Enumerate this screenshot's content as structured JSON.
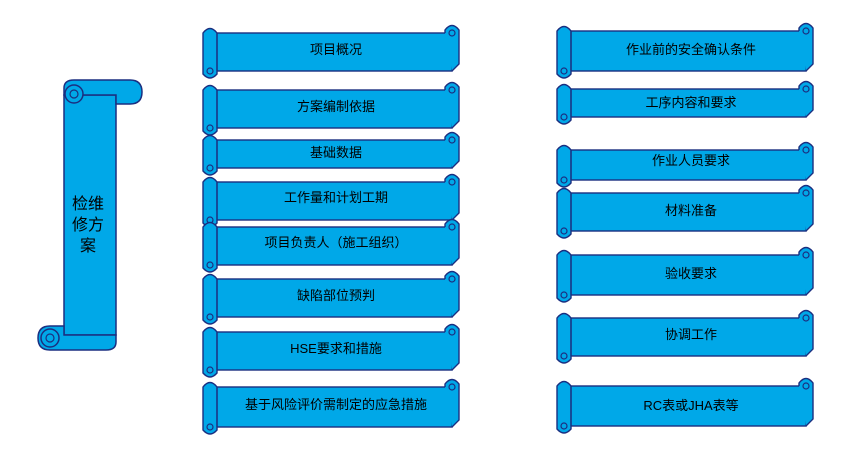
{
  "main_title": "检维修方案",
  "left_column": [
    "项目概况",
    "方案编制依据",
    "基础数据",
    "工作量和计划工期",
    "项目负责人（施工组织）",
    "缺陷部位预判",
    "HSE要求和措施",
    "基于风险评价需制定的应急措施"
  ],
  "right_column": [
    "作业前的安全确认条件",
    "工序内容和要求",
    "作业人员要求",
    "材料准备",
    "验收要求",
    "协调工作",
    "RC表或JHA表等"
  ],
  "colors": {
    "scroll_fill": "#00A8E8",
    "scroll_stroke": "#1B2F80"
  }
}
